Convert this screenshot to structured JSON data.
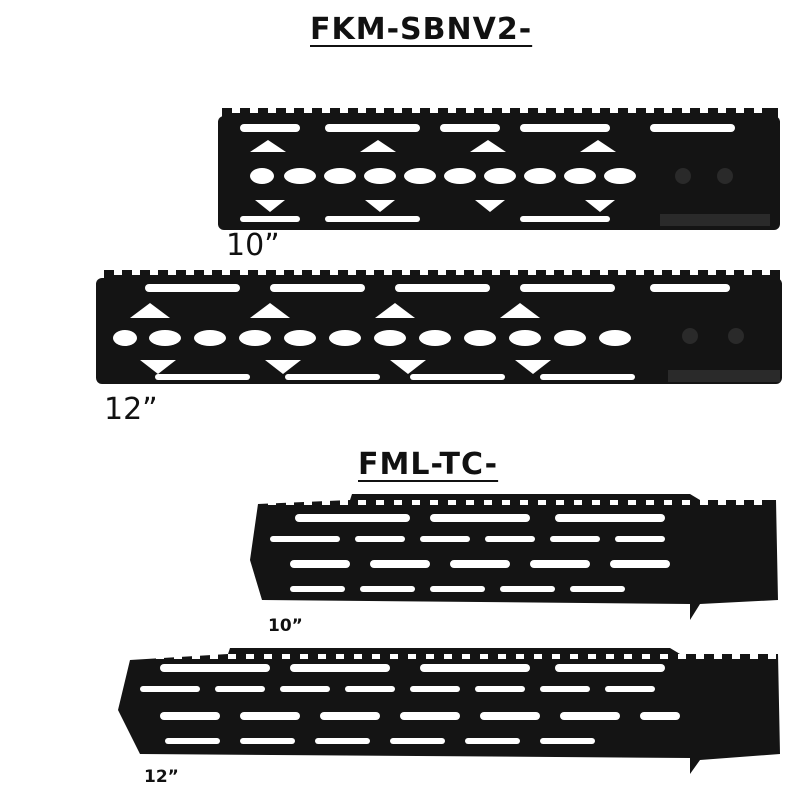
{
  "headings": {
    "top": "FKM-SBNV2-",
    "bottom": "FML-TC-"
  },
  "products": [
    {
      "model": "FKM-SBNV2-",
      "length_label": "10”",
      "style": "keymod-fluted"
    },
    {
      "model": "FKM-SBNV2-",
      "length_label": "12”",
      "style": "keymod-fluted"
    },
    {
      "model": "FML-TC-",
      "length_label": "10”",
      "style": "mlok-slotted"
    },
    {
      "model": "FML-TC-",
      "length_label": "12”",
      "style": "mlok-slotted"
    }
  ],
  "colors": {
    "rail_body": "#141414",
    "rail_shadow": "#0a0a0a",
    "background": "#ffffff"
  }
}
